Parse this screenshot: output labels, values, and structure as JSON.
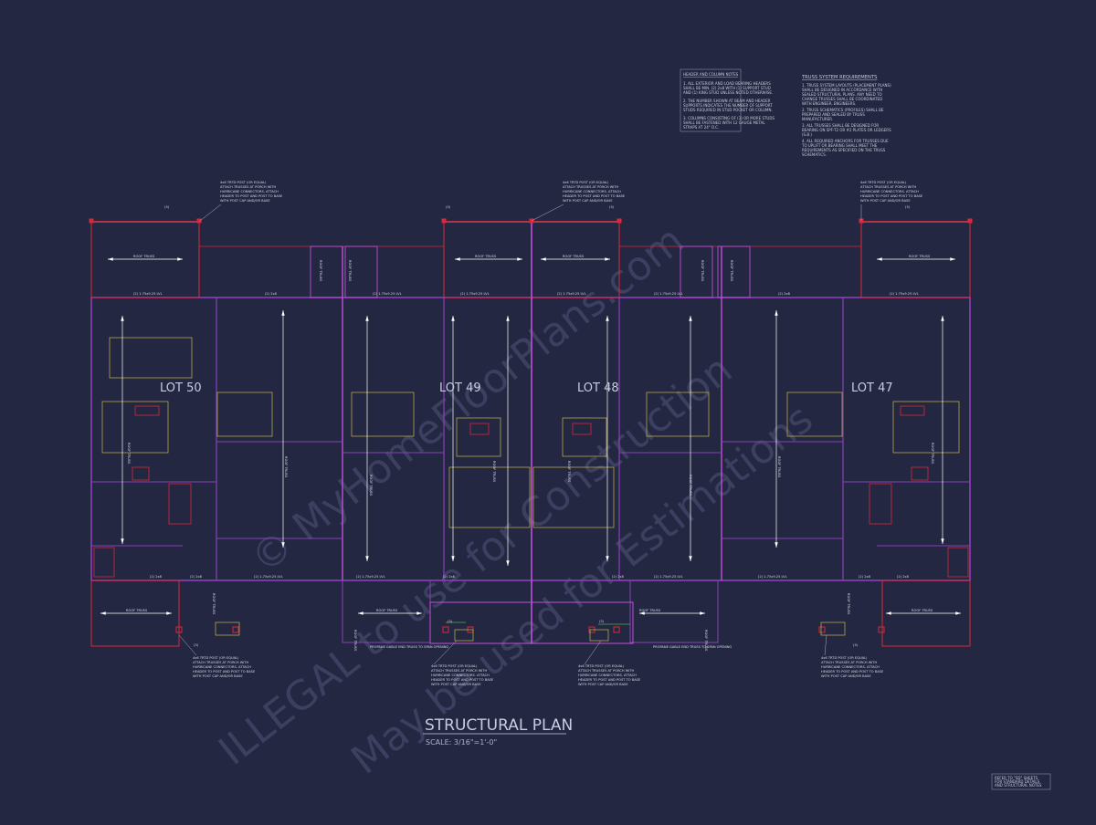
{
  "plan": {
    "title": "STRUCTURAL PLAN",
    "scale": "SCALE: 3/16\"=1'-0\"",
    "lots": [
      "LOT 50",
      "LOT 49",
      "LOT 48",
      "LOT 47"
    ]
  },
  "header_notes": {
    "title": "HEADER AND COLUMN NOTES",
    "lines": [
      "1. ALL EXTERIOR AND LOAD BEARING HEADERS",
      "SHALL BE MIN. (2) 2x8 WITH (1) SUPPORT STUD",
      "AND (1) KING STUD UNLESS NOTED OTHERWISE.",
      "2. THE NUMBER SHOWN AT BEAM AND HEADER",
      "SUPPORTS INDICATES THE NUMBER OF SUPPORT",
      "STUDS REQUIRED IN STUD POCKET OR COLUMN.",
      "3. COLUMNS CONSISTING OF (3) OR MORE STUDS",
      "SHALL BE FASTENED WITH 12 GAUGE METAL",
      "STRAPS AT 24\" O.C."
    ]
  },
  "truss_notes": {
    "title": "TRUSS SYSTEM REQUIREMENTS",
    "lines": [
      "1. TRUSS SYSTEM LAYOUTS (PLACEMENT PLANS)",
      "SHALL BE DESIGNED IN ACCORDANCE WITH",
      "SEALED STRUCTURAL PLANS. ANY NEED TO",
      "CHANGE TRUSSES SHALL BE COORDINATED",
      "WITH ENGINEER. ENGINEERS.",
      "2. TRUSS SCHEMATICS (PROFILES) SHALL BE",
      "PREPARED AND SEALED BY TRUSS",
      "MANUFACTURER.",
      "3. ALL TRUSSES SHALL BE DESIGNED FOR",
      "BEARING ON SPF-T2 OR #2 PLATES OR LEDGERS",
      "(S.B.)",
      "4. ALL REQUIRED ANCHORS FOR TRUSSES DUE",
      "TO UPLIFT OR BEARING SHALL MEET THE",
      "REQUIREMENTS AS SPECIFIED ON THE TRUSS",
      "SCHEMATICS."
    ]
  },
  "reference_note": {
    "lines": [
      "REFER TO \"SD\" SHEETS",
      "FOR STANDARD DETAILS",
      "AND STRUCTURAL NOTES"
    ]
  },
  "watermark": {
    "lines": [
      "© MyHomeFloorPlans.com",
      "ILLEGAL to use for Construction",
      "May be used for Estimations"
    ]
  },
  "labels": {
    "roof_truss": "ROOF TRUSS",
    "lvl_top": "(2) 1.75x9.25 LVL",
    "lvl_bottom": "(2) 1.75x9.25 LVL",
    "header_2x8": "(2) 2x8",
    "column_3": "(3)",
    "gable": "PROPANE GABLE END TRUSS TO SPAN OPENING",
    "post_callout": [
      "4x6 TRTD POST (OR EQUAL)",
      "ATTACH TRUSSES AT PORCH WITH",
      "HURRICANE CONNECTORS. ATTACH",
      "HEADER TO POST AND POST TO BASE",
      "WITH POST CAP AND/OR BASE"
    ]
  },
  "colors": {
    "background": "#232742",
    "wall": "#8a3fb8",
    "wall_bright": "#c24fd8",
    "red": "#d8283a",
    "dim": "#ffffff",
    "yellow": "#c8b84a",
    "green": "#4bb04b",
    "gray": "#6e7395",
    "watermark": "#3a3f5e"
  }
}
